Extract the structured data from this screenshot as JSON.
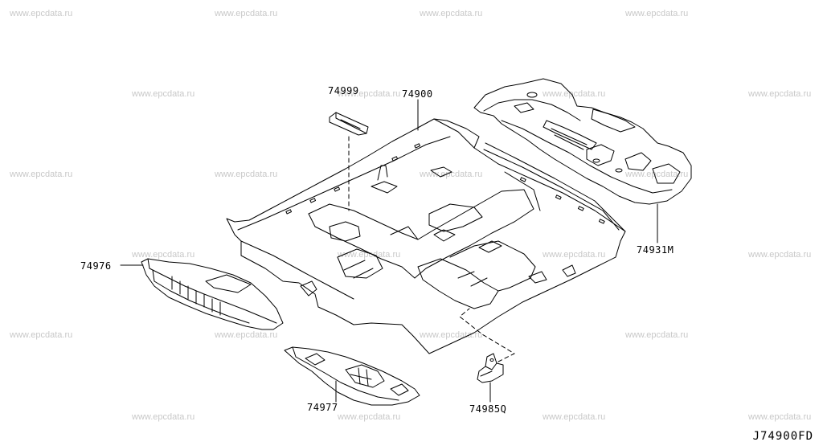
{
  "watermark": "www.epcdata.ru",
  "parts": {
    "p74999": "74999",
    "p74900": "74900",
    "p74931M": "74931M",
    "p74976": "74976",
    "p74977": "74977",
    "p74985Q": "74985Q"
  },
  "figure_code": "J74900FD"
}
